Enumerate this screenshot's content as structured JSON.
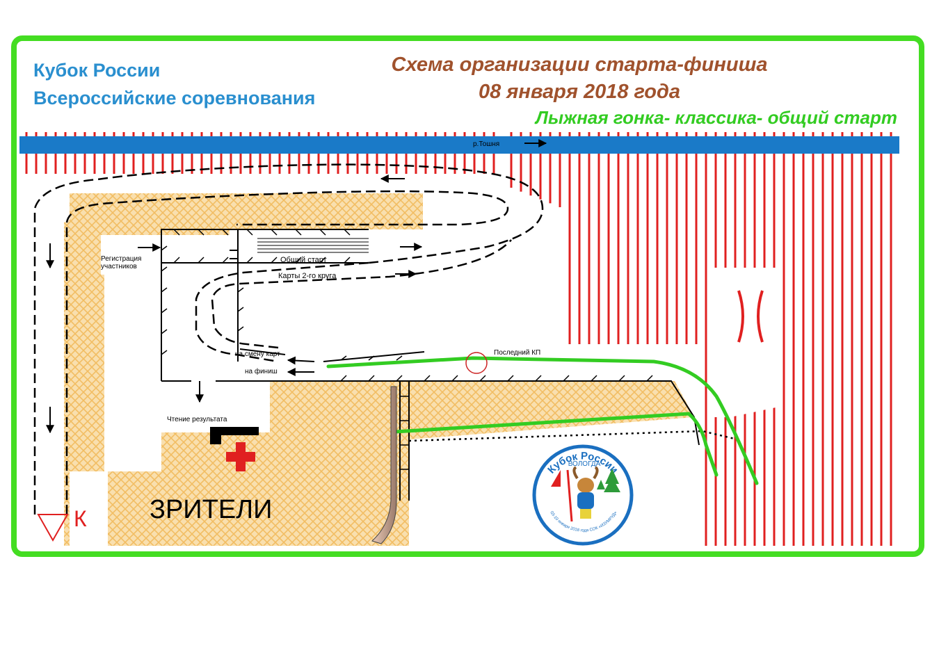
{
  "header": {
    "left_line1": "Кубок России",
    "left_line2": "Всероссийские соревнования",
    "title_line1": "Схема организации старта-финиша",
    "title_line2": "08 января 2018 года",
    "subtitle": "Лыжная гонка- классика- общий старт"
  },
  "labels": {
    "river": "р.Тошня",
    "registration_1": "Регистрация",
    "registration_2": "участников",
    "mass_start": "Общий старт",
    "second_lap_maps": "Карты 2-го круга",
    "map_change": "на смену карт",
    "to_finish": "на финиш",
    "last_checkpoint": "Последний КП",
    "results_reading": "Чтение результата",
    "spectators": "ЗРИТЕЛИ",
    "k_marker": "К"
  },
  "logo": {
    "top_text": "Кубок России",
    "city": "ВОЛОГДА",
    "bottom_text": "03-10 января 2018 года   СОК «ИЗУМРУД»"
  },
  "colors": {
    "frame": "#44dd22",
    "river": "#1a7ac8",
    "forbidden_stripes": "#e02020",
    "spectator_area": "#f5c978",
    "ski_track": "#33cc22",
    "header_blue": "#2a8fcf",
    "header_brown": "#a0522d",
    "header_green": "#33cc22"
  }
}
